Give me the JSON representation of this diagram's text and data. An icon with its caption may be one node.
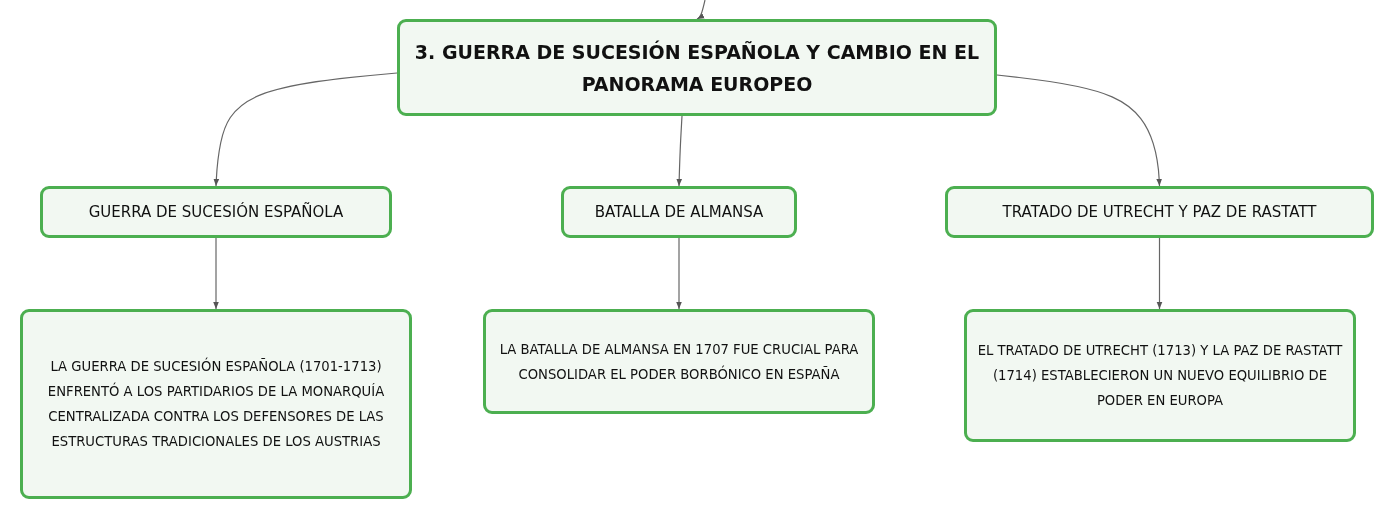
{
  "diagram": {
    "nodes": [
      {
        "text": [
          "3. GUERRA DE SUCESIÓN ESPAÑOLA Y CAMBIO EN EL PANORAMA EUROPEO"
        ]
      },
      {
        "text": [
          "GUERRA DE SUCESIÓN ESPAÑOLA"
        ]
      },
      {
        "text": [
          "BATALLA DE ALMANSA"
        ]
      },
      {
        "text": [
          "TRATADO DE UTRECHT Y PAZ DE RASTATT"
        ]
      },
      {
        "text": [
          "LA GUERRA DE SUCESIÓN ESPAÑOLA (1701-1713) ENFRENTÓ A LOS PARTIDARIOS DE LA MONARQUÍA CENTRALIZADA CONTRA LOS DEFENSORES DE LAS ESTRUCTURAS TRADICIONALES DE LOS AUSTRIAS"
        ]
      },
      {
        "text": [
          "LA BATALLA DE ALMANSA EN 1707 FUE CRUCIAL PARA CONSOLIDAR EL PODER BORBÓNICO EN ESPAÑA"
        ]
      },
      {
        "text": [
          "EL TRATADO DE UTRECHT (1713) Y LA PAZ DE RASTATT (1714) ESTABLECIERON UN NUEVO EQUILIBRIO DE PODER EN EUROPA"
        ]
      }
    ],
    "edges": [
      {
        "from": null,
        "to": 0,
        "arrow": "to"
      },
      {
        "from": 0,
        "to": 1,
        "arrow": "to"
      },
      {
        "from": 0,
        "to": 2,
        "arrow": "to"
      },
      {
        "from": 0,
        "to": 3,
        "arrow": "to"
      },
      {
        "from": 1,
        "to": 4,
        "arrow": "to"
      },
      {
        "from": 2,
        "to": 5,
        "arrow": "to"
      },
      {
        "from": 3,
        "to": 6,
        "arrow": "to"
      }
    ]
  }
}
